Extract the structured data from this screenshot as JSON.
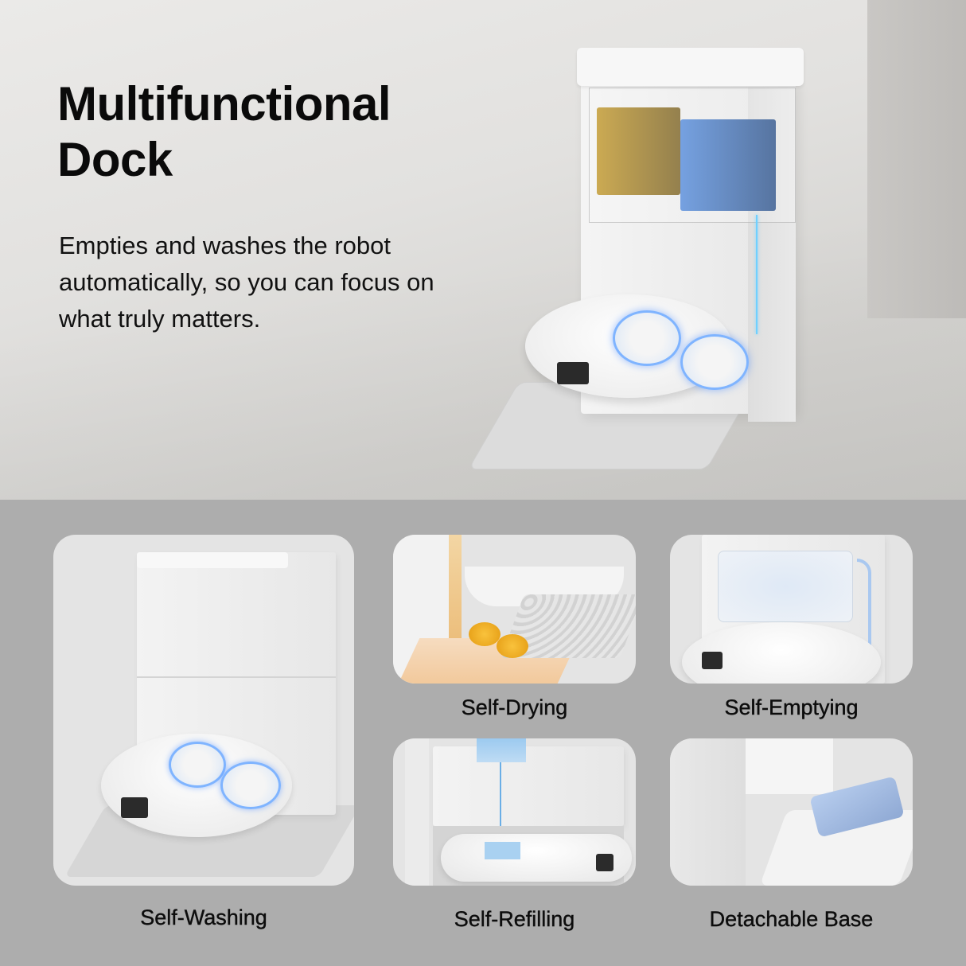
{
  "hero": {
    "title_line1": "Multifunctional",
    "title_line2": "Dock",
    "description": "Empties and washes the robot automatically, so you can focus on what truly matters.",
    "image": "robot-vacuum-dock-cutaway-illustration"
  },
  "features": [
    {
      "label": "Self-Washing",
      "image": "dock-washing-mop-pads-illustration"
    },
    {
      "label": "Self-Drying",
      "image": "warm-air-drying-mops-illustration"
    },
    {
      "label": "Self-Emptying",
      "image": "dust-bin-suction-illustration"
    },
    {
      "label": "Self-Refilling",
      "image": "water-tank-refill-illustration"
    },
    {
      "label": "Detachable Base",
      "image": "removable-wash-tray-illustration"
    }
  ],
  "colors": {
    "hero_background": "#e2e1df",
    "section_background": "#adadad",
    "card_background": "#e4e4e4",
    "text": "#0c0c0c",
    "clean_water": "#6f9de0",
    "dirty_water": "#c9a64a",
    "glow": "#6fd0ff"
  }
}
